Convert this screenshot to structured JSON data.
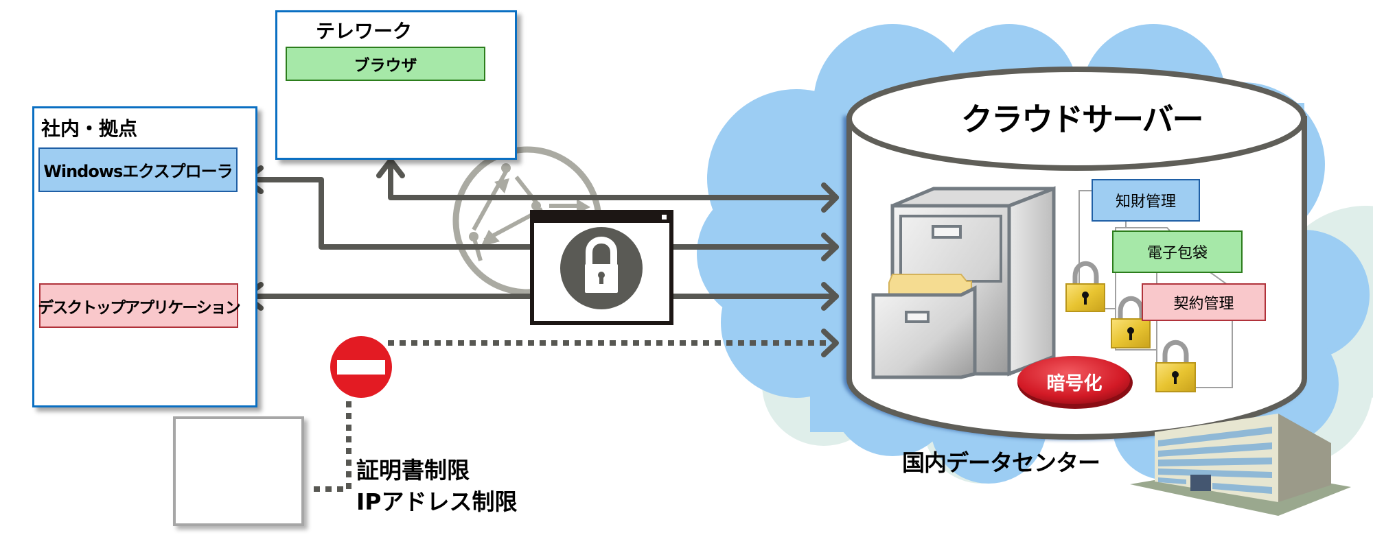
{
  "diagram": {
    "title": "クラウドサーバー",
    "datacenter_label": "国内データセンター",
    "encryption_badge": "暗号化",
    "colors": {
      "frame_blue": "#0a6fc2",
      "cloud_blue": "#9ccdf3",
      "arrow_gray": "#575752",
      "stop_red": "#e31b23",
      "blue_tag": "#9ecdf2",
      "green_tag": "#a6e8a8",
      "pink_tag": "#f9c8cb"
    }
  },
  "clients": {
    "office": {
      "title": "社内・拠点",
      "apps": [
        {
          "label": "Windowsエクスプローラ",
          "icon": "woman-at-laptop-icon"
        },
        {
          "label": "デスクトップアプリケーション",
          "icon": "man-at-laptop-icon"
        }
      ]
    },
    "telework": {
      "title": "テレワーク",
      "apps": [
        {
          "label": "ブラウザ",
          "icon": "man-at-desktop-icon"
        }
      ]
    },
    "blocked": {
      "icon": "hacker-at-computer-icon",
      "restrictions": [
        "証明書制限",
        "IPアドレス制限"
      ],
      "stop_icon": "no-entry-icon"
    }
  },
  "network": {
    "icons": [
      "globe-network-icon",
      "secure-window-lock-icon"
    ],
    "connections": [
      {
        "from": "telework",
        "to": "cloud-server",
        "type": "bidirectional"
      },
      {
        "from": "office-windows-explorer",
        "to": "cloud-server",
        "type": "bidirectional"
      },
      {
        "from": "office-desktop-app",
        "to": "cloud-server",
        "type": "bidirectional"
      },
      {
        "from": "blocked-client",
        "to": "cloud-server",
        "type": "blocked-dotted"
      }
    ]
  },
  "server": {
    "storage_icon": "filing-cabinet-icon",
    "documents": [
      {
        "label": "知財管理",
        "color": "blue"
      },
      {
        "label": "電子包袋",
        "color": "green"
      },
      {
        "label": "契約管理",
        "color": "pink"
      }
    ],
    "lock_icon": "padlock-icon",
    "lock_count": 3
  }
}
